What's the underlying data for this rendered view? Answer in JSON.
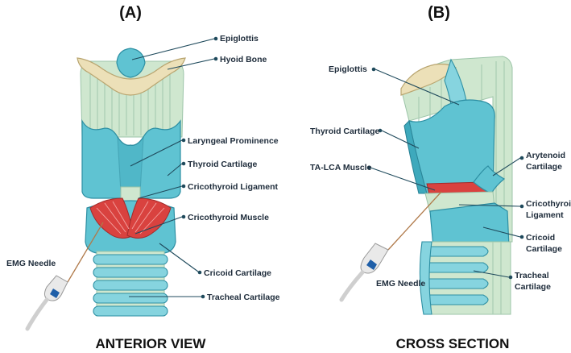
{
  "panels": {
    "a": {
      "header": "(A)",
      "title": "ANTERIOR VIEW",
      "labels": {
        "epiglottis": "Epiglottis",
        "hyoid_bone": "Hyoid Bone",
        "laryngeal_prominence": "Laryngeal Prominence",
        "thyroid_cartilage": "Thyroid Cartilage",
        "cricothyroid_ligament": "Cricothyroid Ligament",
        "cricothyroid_muscle": "Cricothyroid Muscle",
        "cricoid_cartilage": "Cricoid Cartilage",
        "tracheal_cartilage": "Tracheal Cartilage",
        "emg_needle": "EMG Needle"
      }
    },
    "b": {
      "header": "(B)",
      "title": "CROSS SECTION",
      "labels": {
        "epiglottis": "Epiglottis",
        "thyroid_cartilage": "Thyroid Cartilage",
        "ta_lca_muscle": "TA-LCA Muscle",
        "arytenoid_line1": "Arytenoid",
        "arytenoid_line2": "Cartilage",
        "cricothyroid_line1": "Cricothyroid",
        "cricothyroid_line2": "Ligament",
        "cricoid_line1": "Cricoid",
        "cricoid_line2": "Cartilage",
        "tracheal_line1": "Tracheal",
        "tracheal_line2": "Cartilage",
        "emg_needle": "EMG Needle"
      }
    }
  },
  "colors": {
    "cartilage": "#5fc3d2",
    "membrane": "#cfe7cf",
    "bone": "#ece0b8",
    "muscle": "#d9423f",
    "needle_band": "#1f5fa8",
    "leader": "#1f4a5c"
  }
}
